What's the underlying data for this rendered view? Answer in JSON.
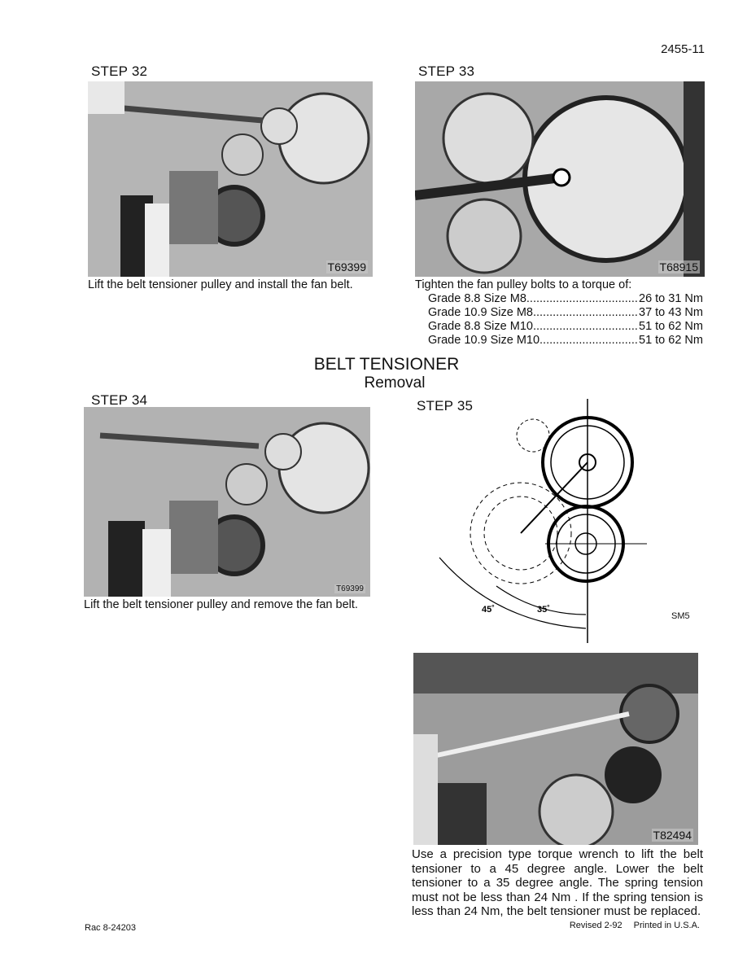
{
  "page_number": "2455-11",
  "step32": {
    "title": "STEP 32",
    "photo_label": "T69399",
    "caption": "Lift the belt tensioner pulley and install the fan belt."
  },
  "step33": {
    "title": "STEP 33",
    "photo_label": "T68915",
    "caption": "Tighten the fan pulley bolts to a torque of:",
    "torques": [
      {
        "spec": "Grade 8.8 Size M8",
        "value": "26 to 31 Nm"
      },
      {
        "spec": "Grade 10.9 Size M8",
        "value": "37 to 43 Nm"
      },
      {
        "spec": "Grade 8.8 Size M10",
        "value": "51 to 62 Nm"
      },
      {
        "spec": "Grade 10.9 Size M10",
        "value": "51 to 62 Nm"
      }
    ]
  },
  "section": {
    "title": "BELT TENSIONER",
    "subtitle": "Removal"
  },
  "step34": {
    "title": "STEP 34",
    "photo_label": "T69399",
    "caption": "Lift the belt tensioner pulley and remove the fan belt."
  },
  "step35": {
    "title": "STEP 35",
    "diagram_label": "SM5",
    "angle_45": "45˚",
    "angle_35": "35˚",
    "photo_label": "T82494",
    "caption": "Use a precision type torque wrench to lift the belt tensioner to a 45 degree angle. Lower the belt tensioner to a 35 degree angle. The spring tension must not be less than 24 Nm . If the spring tension is less than 24 Nm, the belt tensioner must be replaced."
  },
  "footer": {
    "doc_number": "Rac 8-24203",
    "revised": "Revised 2-92",
    "printed": "Printed in U.S.A."
  }
}
